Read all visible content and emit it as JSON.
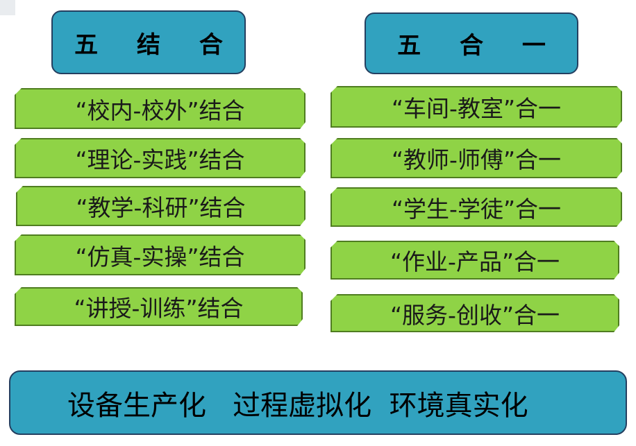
{
  "headers": {
    "left": "五 结 合",
    "right": "五 合 一"
  },
  "left_items": [
    "“校内-校外”结合",
    "“理论-实践”结合",
    "“教学-科研”结合",
    "“仿真-实操”结合",
    "“讲授-训练”结合"
  ],
  "right_items": [
    "“车间-教室”合一",
    "“教师-师傅”合一",
    "“学生-学徒”合一",
    "“作业-产品”合一",
    "“服务-创收”合一"
  ],
  "footer": "设备生产化   过程虚拟化  环境真实化",
  "colors": {
    "header_fill": "#31a2bf",
    "header_border": "#243f60",
    "item_fill": "#8fd346",
    "item_border": "#4f7d20"
  }
}
